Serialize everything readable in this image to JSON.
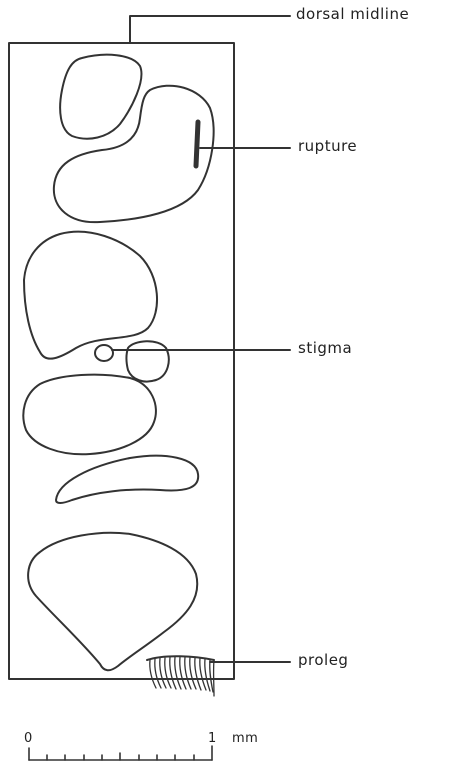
{
  "labels": {
    "dorsal_midline": "dorsal midline",
    "rupture": "rupture",
    "stigma": "stigma",
    "proleg": "proleg"
  },
  "scale": {
    "start": "0",
    "end": "1",
    "unit": "mm"
  }
}
